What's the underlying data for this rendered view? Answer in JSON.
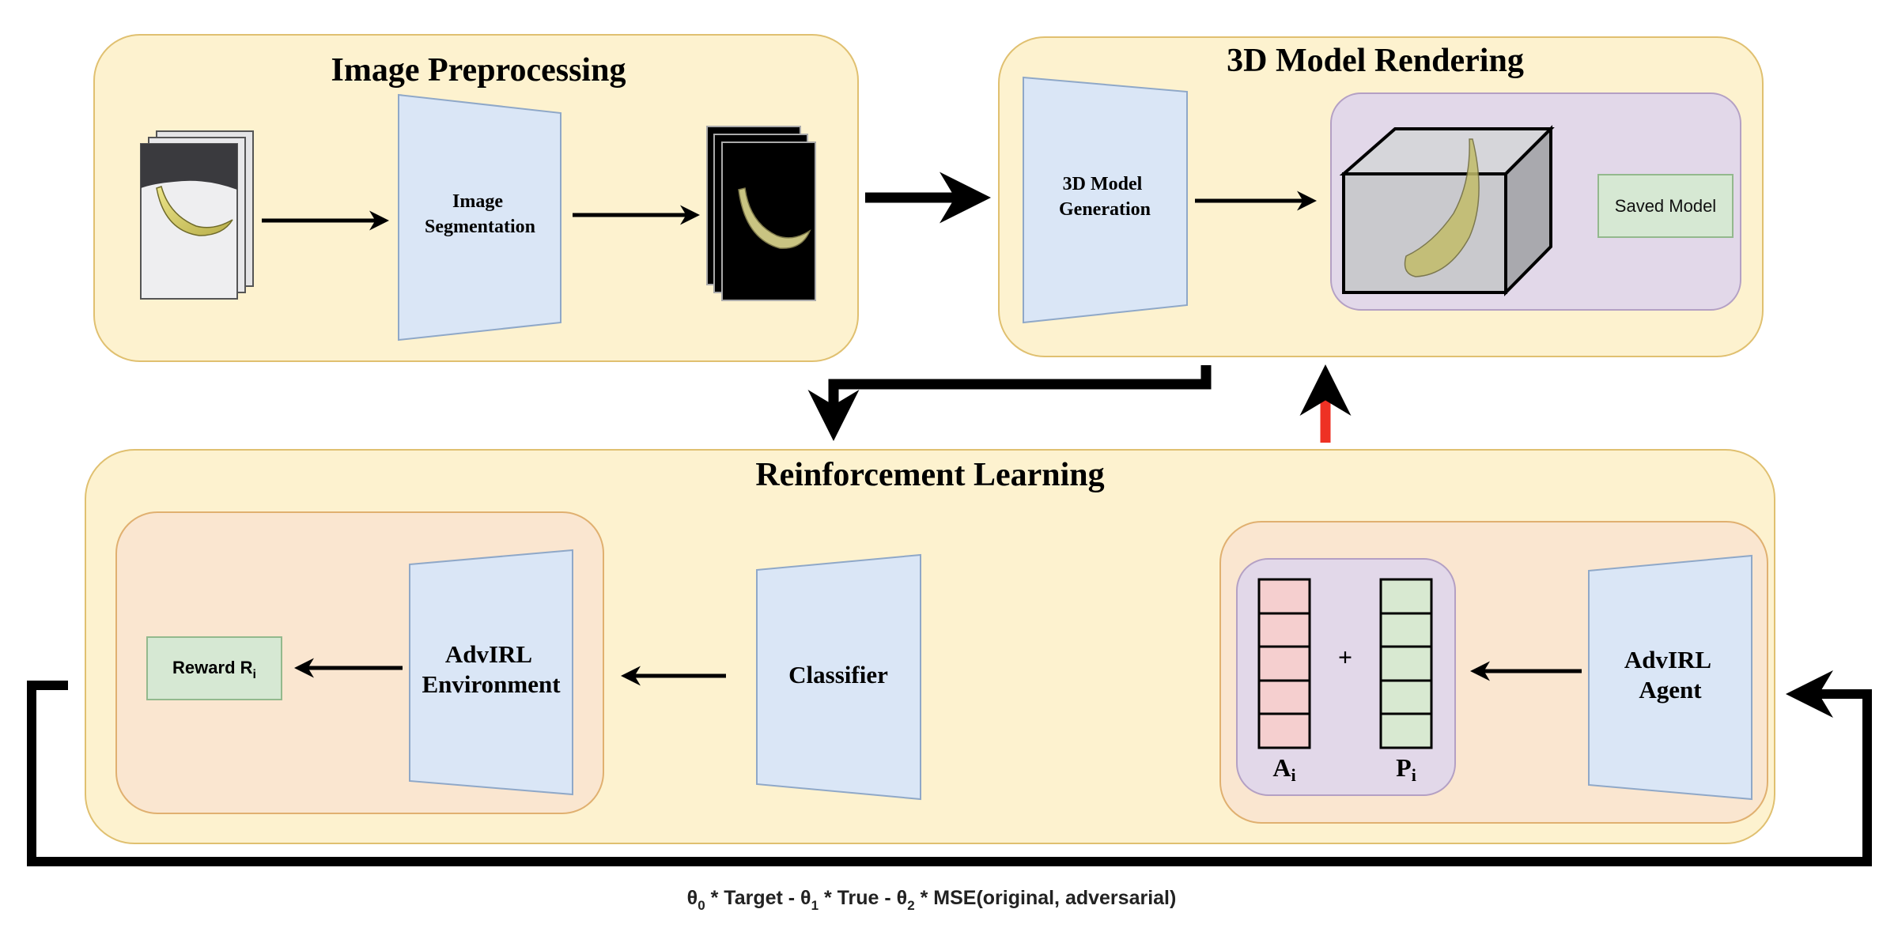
{
  "sections": {
    "preprocessing": {
      "title": "Image Preprocessing"
    },
    "rendering": {
      "title": "3D Model Rendering"
    },
    "rl": {
      "title": "Reinforcement Learning"
    }
  },
  "blocks": {
    "segmentation": {
      "line1": "Image",
      "line2": "Segmentation"
    },
    "model_generation": {
      "line1": "3D Model",
      "line2": "Generation"
    },
    "saved_model": {
      "label": "Saved Model"
    },
    "classifier": {
      "label": "Classifier"
    },
    "environment": {
      "line1": "AdvIRL",
      "line2": "Environment"
    },
    "agent": {
      "line1": "AdvIRL",
      "line2": "Agent"
    },
    "reward": {
      "label": "Reward R",
      "sub": "i"
    }
  },
  "vectors": {
    "plus": "+",
    "a": {
      "label": "A",
      "sub": "i"
    },
    "p": {
      "label": "P",
      "sub": "i"
    }
  },
  "formula": {
    "theta": "θ",
    "s0": "0",
    "s1": "1",
    "s2": "2",
    "part1": " * Target - ",
    "part2": " * True - ",
    "part3": " * MSE(original, adversarial)"
  },
  "colors": {
    "section_fill": "#fdf2cf",
    "section_stroke": "#e0c070",
    "inner_orange": "#fae6d0",
    "inner_purple": "#e2d8e9",
    "block_fill": "#dae6f6",
    "green_box": "#d6e8d3",
    "red_cell": "#f5cfcf",
    "green_cell": "#d8e9d1",
    "feedback_arrow": "#ee3124"
  }
}
